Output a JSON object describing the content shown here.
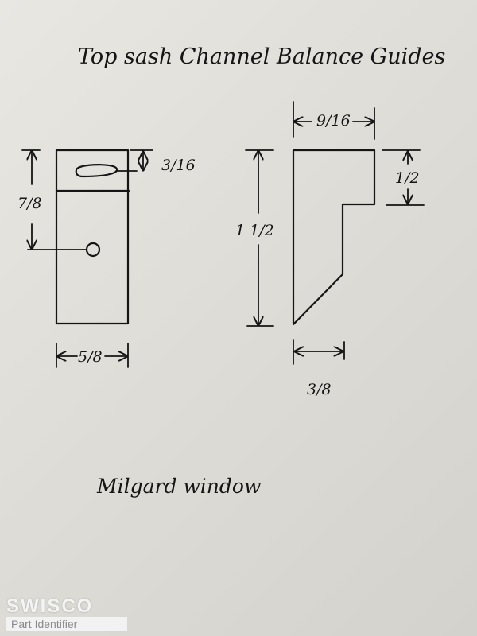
{
  "title": "Top sash Channel Balance Guides",
  "note": "Milgard window",
  "left_part": {
    "dim_top_slot": "3/16",
    "dim_height": "7/8",
    "dim_width": "5/8"
  },
  "right_part": {
    "dim_top_width": "9/16",
    "dim_total_height": "1 1/2",
    "dim_step_height": "1/2",
    "dim_bottom_width": "3/8"
  },
  "watermark": {
    "brand": "SWISCO",
    "subtitle": "Part Identifier"
  },
  "colors": {
    "ink": "#151515",
    "paper": "#e3e1dc"
  }
}
